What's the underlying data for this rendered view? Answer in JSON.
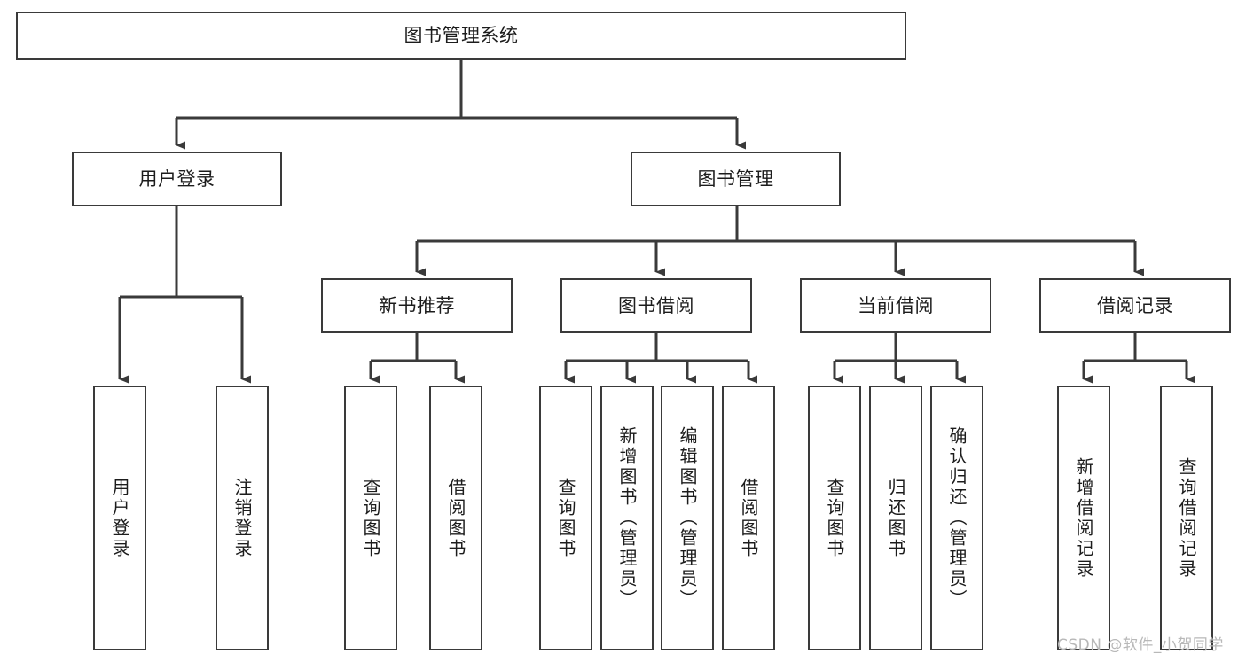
{
  "diagram": {
    "title": "图书管理系统",
    "type": "tree-hierarchy",
    "orientation": "top-down",
    "box_fill": "#ffffff",
    "box_stroke": "#3a3a3a",
    "connector_color": "#3a3a3a"
  },
  "root": {
    "label": "图书管理系统"
  },
  "level2": [
    {
      "label": "用户登录"
    },
    {
      "label": "图书管理"
    }
  ],
  "level3": [
    {
      "label": "新书推荐"
    },
    {
      "label": "图书借阅"
    },
    {
      "label": "当前借阅"
    },
    {
      "label": "借阅记录"
    }
  ],
  "leaves": {
    "user_login": [
      {
        "label": "用户登录"
      },
      {
        "label": "注销登录"
      }
    ],
    "new_book_recommend": [
      {
        "label": "查询图书"
      },
      {
        "label": "借阅图书"
      }
    ],
    "book_borrow": [
      {
        "label": "查询图书"
      },
      {
        "label": "新增图书（管理员）"
      },
      {
        "label": "编辑图书（管理员）"
      },
      {
        "label": "借阅图书"
      }
    ],
    "current_borrow": [
      {
        "label": "查询图书"
      },
      {
        "label": "归还图书"
      },
      {
        "label": "确认归还（管理员）"
      }
    ],
    "borrow_record": [
      {
        "label": "新增借阅记录"
      },
      {
        "label": "查询借阅记录"
      }
    ]
  },
  "watermark": {
    "text": "CSDN @软件_小贺同学"
  }
}
